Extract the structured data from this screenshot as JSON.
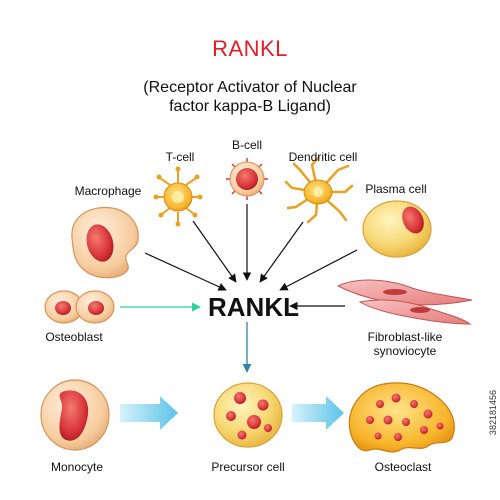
{
  "title": "RANKL",
  "subtitle_line1": "(Receptor Activator of Nuclear",
  "subtitle_line2": "factor kappa-B Ligand)",
  "center_label": "RANKL",
  "cells": {
    "t_cell": "T-cell",
    "b_cell": "B-cell",
    "dendritic": "Dendritic cell",
    "macrophage": "Macrophage",
    "plasma": "Plasma cell",
    "osteoblast": "Osteoblast",
    "fibroblast_line1": "Fibroblast-like",
    "fibroblast_line2": "synoviocyte",
    "monocyte": "Monocyte",
    "precursor": "Precursor cell",
    "osteoclast": "Osteoclast"
  },
  "stock_id": "382181456",
  "colors": {
    "title": "#e31e24",
    "green_arrow": "#2fd29a",
    "blue_arrow": "#2e86a8",
    "big_arrow": "#7fd3ef",
    "cell_yellow": "#f6d66a",
    "nucleus_red": "#d8343a"
  }
}
